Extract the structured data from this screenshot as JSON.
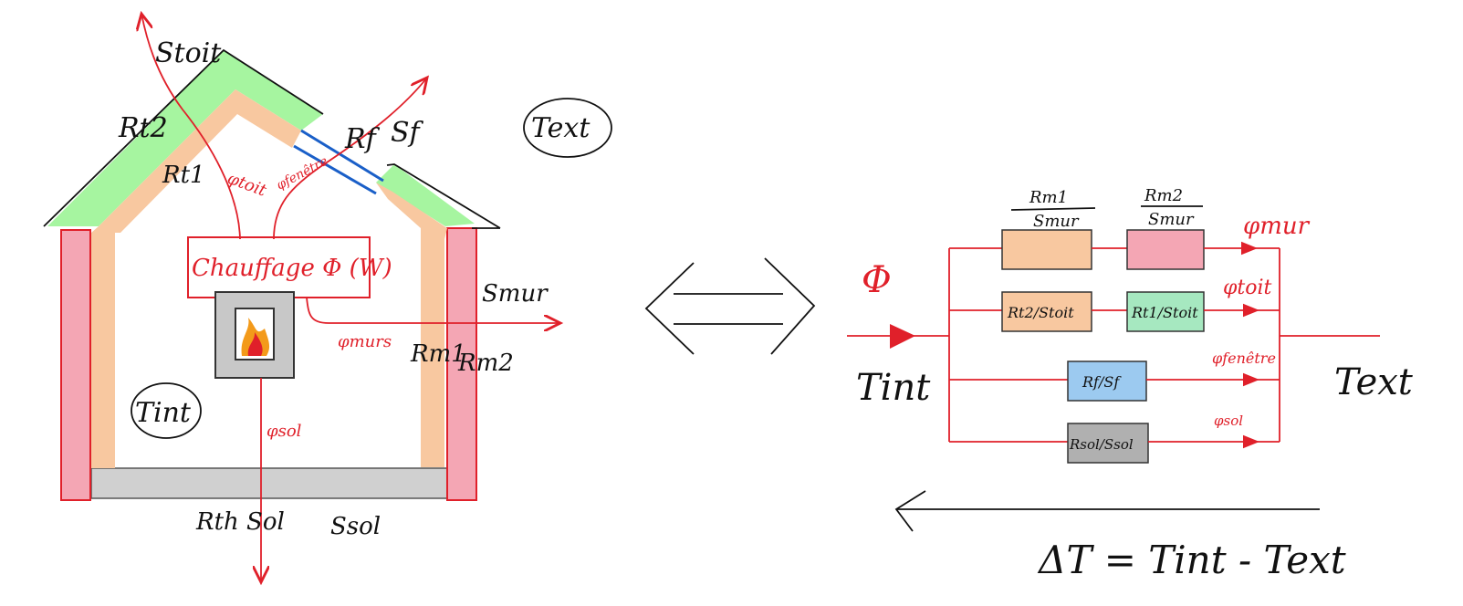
{
  "house": {
    "label_stoit": "Stoit",
    "label_rt2": "Rt2",
    "label_rt1": "Rt1",
    "label_rf": "Rf",
    "label_sf": "Sf",
    "label_phi_toit": "φtoit",
    "label_phi_fenetre": "φfenêtre",
    "heating_label": "Chauffage  Φ  (W)",
    "label_phi_murs": "φmurs",
    "label_smur": "Smur",
    "label_rm1": "Rm1",
    "label_rm2": "Rm2",
    "label_phi_sol": "φsol",
    "label_rth_sol": "Rth Sol",
    "label_ssol": "Ssol",
    "label_text": "Text",
    "label_tint": "Tint",
    "colors": {
      "roof_outer": "#a6f5a0",
      "insulation_inner": "#f8c8a0",
      "wall_outer": "#f4a6b4",
      "floor": "#d0d0d0",
      "window": "#1a5fc8",
      "accent_red": "#e0202a"
    }
  },
  "equivalence_icon": "double-arrow-equivalence-icon",
  "circuit": {
    "phi_in": "Φ",
    "tint": "Tint",
    "text": "Text",
    "rm1_over_smur": {
      "num": "Rm1",
      "den": "Smur"
    },
    "rm2_over_smur": {
      "num": "Rm2",
      "den": "Smur"
    },
    "phi_mur": "φmur",
    "rt2_stoit": "Rt2/Stoit",
    "rt1_stoit": "Rt1/Stoit",
    "phi_toit": "φtoit",
    "rf_sf": "Rf/Sf",
    "phi_fenetre": "φfenêtre",
    "rsol_ssol": "Rsol/Ssol",
    "phi_sol": "φsol",
    "delta_t": "ΔT = Tint - Text",
    "box_colors": {
      "rm1": "#f8c8a0",
      "rm2": "#f4a6b4",
      "rt2": "#f8c8a0",
      "rt1": "#a6e8c0",
      "rf": "#9ccaf0",
      "rsol": "#b0b0b0"
    }
  }
}
